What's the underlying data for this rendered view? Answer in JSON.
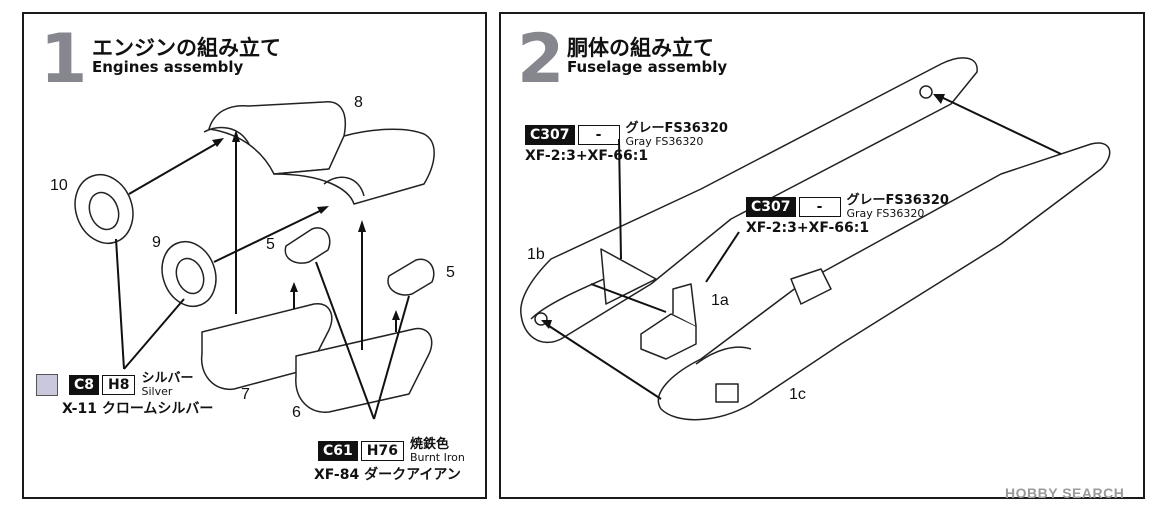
{
  "step1": {
    "number": "1",
    "title_ja": "エンジンの組み立て",
    "title_en": "Engines assembly",
    "part_labels": [
      "8",
      "10",
      "9",
      "5",
      "5",
      "7",
      "6"
    ],
    "color_silver": {
      "codes": [
        "C8",
        "H8"
      ],
      "name_ja": "シルバー",
      "name_en": "Silver",
      "mix": "X-11 クロームシルバー",
      "swatch_color": "#c9c8dc"
    },
    "color_iron": {
      "codes": [
        "C61",
        "H76"
      ],
      "name_ja": "焼鉄色",
      "name_en": "Burnt Iron",
      "mix": "XF-84 ダークアイアン"
    }
  },
  "step2": {
    "number": "2",
    "title_ja": "胴体の組み立て",
    "title_en": "Fuselage assembly",
    "part_labels": [
      "1b",
      "1a",
      "1c"
    ],
    "color_gray_a": {
      "codes": [
        "C307",
        "-"
      ],
      "name_ja": "グレーFS36320",
      "name_en": "Gray FS36320",
      "mix": "XF-2:3+XF-66:1"
    },
    "color_gray_b": {
      "codes": [
        "C307",
        "-"
      ],
      "name_ja": "グレーFS36320",
      "name_en": "Gray FS36320",
      "mix": "XF-2:3+XF-66:1"
    }
  },
  "watermark": "HOBBY SEARCH"
}
